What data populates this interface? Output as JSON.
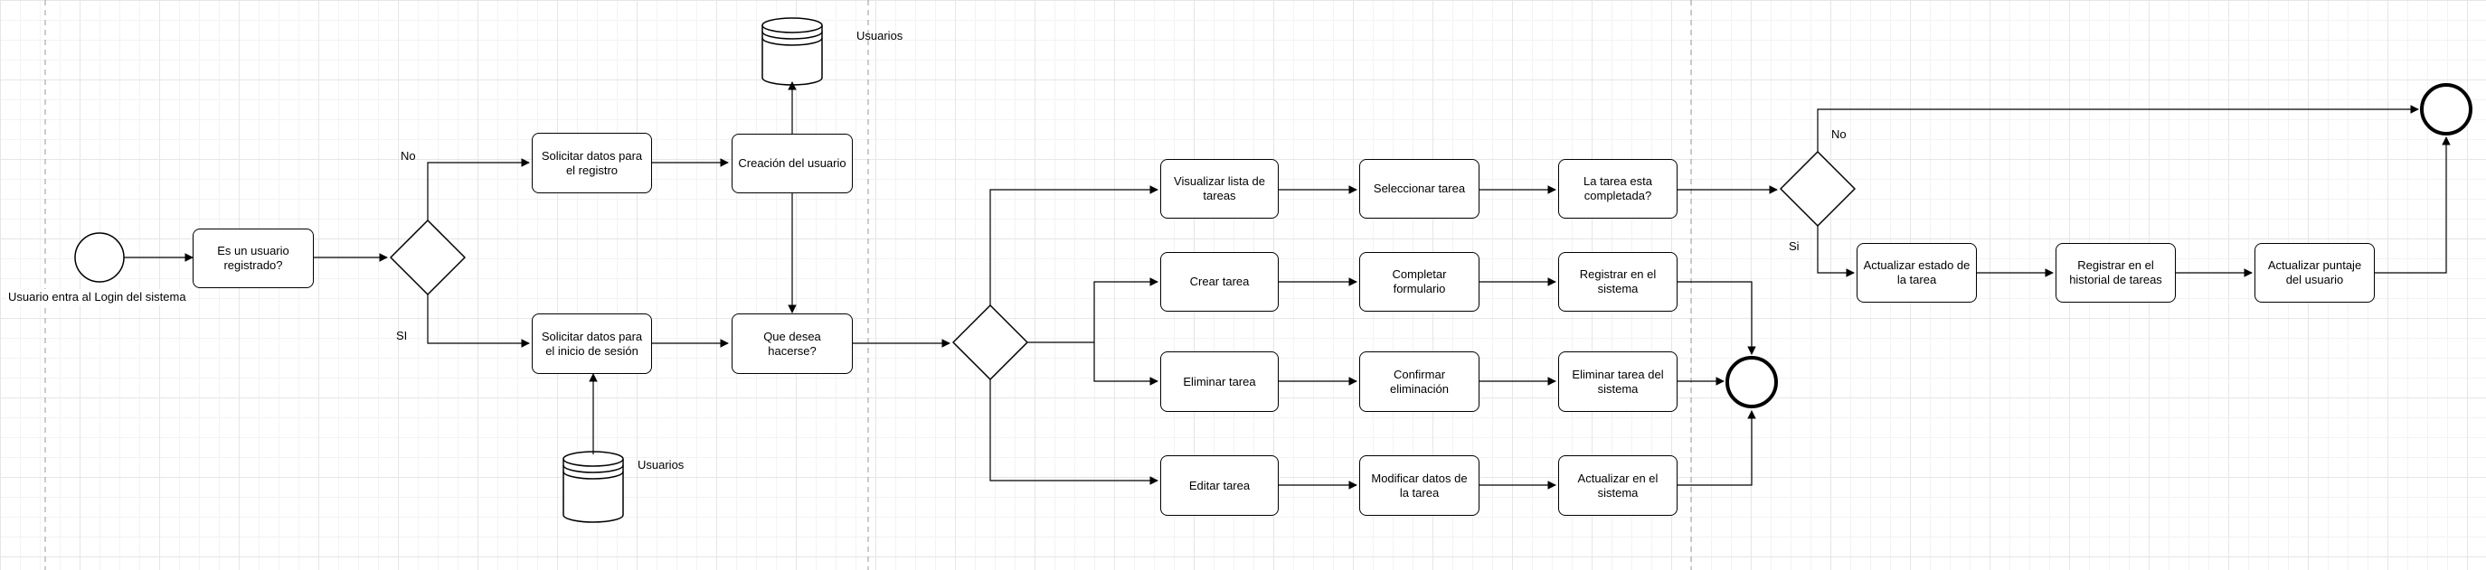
{
  "lanes": [
    "",
    "",
    ""
  ],
  "events": {
    "start_label": "Usuario entra al Login del sistema"
  },
  "databases": {
    "top": "Usuarios",
    "bottom": "Usuarios"
  },
  "tasks": {
    "registered": "Es un usuario registrado?",
    "request_register": "Solicitar datos para el registro",
    "request_login": "Solicitar datos para el inicio de sesión",
    "create_user": "Creación del usuario",
    "what_to_do": "Que desea hacerse?",
    "view_list": "Visualizar lista de tareas",
    "select_task": "Seleccionar tarea",
    "task_done_q": "La tarea esta completada?",
    "create_task": "Crear tarea",
    "fill_form": "Completar formulario",
    "register_sys": "Registrar en el sistema",
    "delete_task": "Eliminar tarea",
    "confirm_delete": "Confirmar eliminación",
    "delete_sys": "Eliminar tarea del sistema",
    "edit_task": "Editar tarea",
    "modify_data": "Modificar datos de la tarea",
    "update_sys": "Actualizar en el sistema",
    "update_state": "Actualizar estado de la tarea",
    "history": "Registrar en el historial de tareas",
    "update_score": "Actualizar puntaje del usuario"
  },
  "edge_labels": {
    "no1": "No",
    "si1": "SI",
    "no2": "No",
    "si2": "Si"
  }
}
